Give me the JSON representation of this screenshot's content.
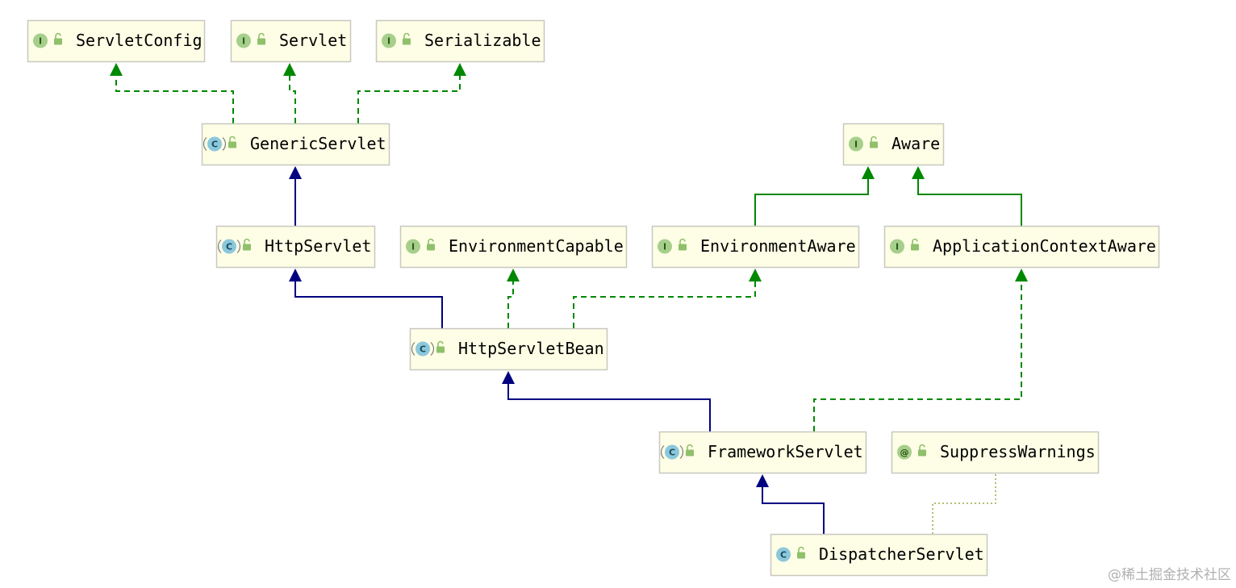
{
  "colors": {
    "node_fill": "#fefee6",
    "node_border": "#c8c8c0",
    "implements_edge": "#008800",
    "extends_edge": "#000080",
    "annotation_edge": "#99aa44",
    "interface_badge": "#a6cf8c",
    "class_badge": "#8cc8dc",
    "annotation_badge": "#a6cf8c",
    "lock_icon": "#8fc06a"
  },
  "nodes": [
    {
      "id": "servletconfig",
      "kind": "interface",
      "badge": "I",
      "label": "ServletConfig"
    },
    {
      "id": "servlet",
      "kind": "interface",
      "badge": "I",
      "label": "Servlet"
    },
    {
      "id": "serializable",
      "kind": "interface",
      "badge": "I",
      "label": "Serializable"
    },
    {
      "id": "genericservlet",
      "kind": "abstract-class",
      "badge": "C",
      "label": "GenericServlet"
    },
    {
      "id": "aware",
      "kind": "interface",
      "badge": "I",
      "label": "Aware"
    },
    {
      "id": "httpservlet",
      "kind": "abstract-class",
      "badge": "C",
      "label": "HttpServlet"
    },
    {
      "id": "environmentcapable",
      "kind": "interface",
      "badge": "I",
      "label": "EnvironmentCapable"
    },
    {
      "id": "environmentaware",
      "kind": "interface",
      "badge": "I",
      "label": "EnvironmentAware"
    },
    {
      "id": "applicationcontextaware",
      "kind": "interface",
      "badge": "I",
      "label": "ApplicationContextAware"
    },
    {
      "id": "httpservletbean",
      "kind": "abstract-class",
      "badge": "C",
      "label": "HttpServletBean"
    },
    {
      "id": "frameworkservlet",
      "kind": "abstract-class",
      "badge": "C",
      "label": "FrameworkServlet"
    },
    {
      "id": "suppresswarnings",
      "kind": "annotation",
      "badge": "@",
      "label": "SuppressWarnings"
    },
    {
      "id": "dispatcherservlet",
      "kind": "class",
      "badge": "C",
      "label": "DispatcherServlet"
    }
  ],
  "edges": [
    {
      "from": "genericservlet",
      "to": "servletconfig",
      "type": "implements"
    },
    {
      "from": "genericservlet",
      "to": "servlet",
      "type": "implements"
    },
    {
      "from": "genericservlet",
      "to": "serializable",
      "type": "implements"
    },
    {
      "from": "httpservlet",
      "to": "genericservlet",
      "type": "extends"
    },
    {
      "from": "environmentaware",
      "to": "aware",
      "type": "extends-interface"
    },
    {
      "from": "applicationcontextaware",
      "to": "aware",
      "type": "extends-interface"
    },
    {
      "from": "httpservletbean",
      "to": "httpservlet",
      "type": "extends"
    },
    {
      "from": "httpservletbean",
      "to": "environmentcapable",
      "type": "implements"
    },
    {
      "from": "httpservletbean",
      "to": "environmentaware",
      "type": "implements"
    },
    {
      "from": "frameworkservlet",
      "to": "httpservletbean",
      "type": "extends"
    },
    {
      "from": "frameworkservlet",
      "to": "applicationcontextaware",
      "type": "implements"
    },
    {
      "from": "dispatcherservlet",
      "to": "frameworkservlet",
      "type": "extends"
    },
    {
      "from": "dispatcherservlet",
      "to": "suppresswarnings",
      "type": "annotated"
    }
  ],
  "watermark": "@稀土掘金技术社区"
}
